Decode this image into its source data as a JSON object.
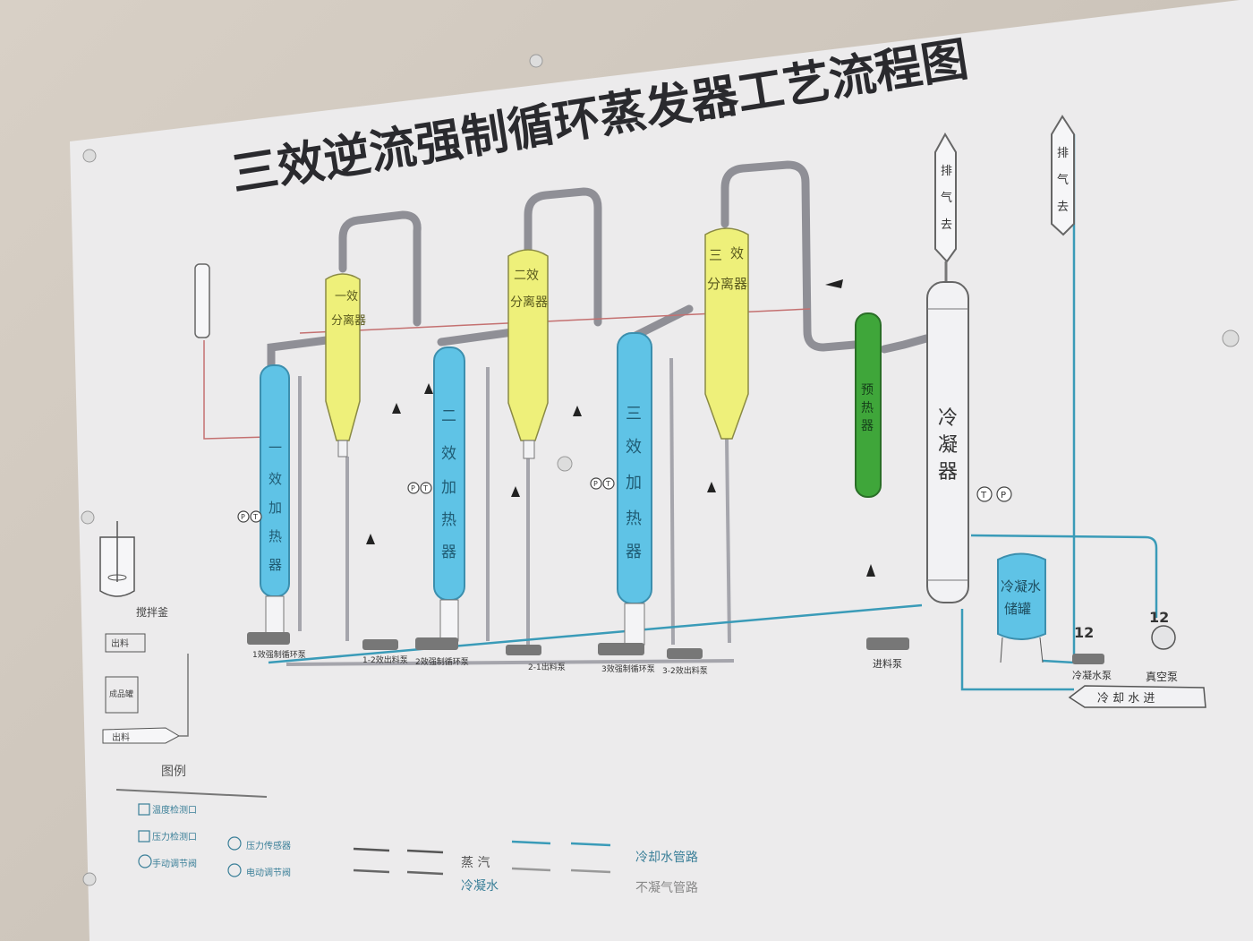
{
  "title": "三效逆流强制循环蒸发器工艺流程图",
  "separators": {
    "s1": [
      "一效",
      "分离器"
    ],
    "s2": [
      "二效",
      "分离器"
    ],
    "s3": [
      "三",
      "效",
      "分离器"
    ]
  },
  "heaters": {
    "h1": [
      "一",
      "效",
      "加",
      "热",
      "器"
    ],
    "h2": [
      "二",
      "效",
      "加",
      "热",
      "器"
    ],
    "h3": [
      "三",
      "效",
      "加",
      "热",
      "器"
    ]
  },
  "preheater": [
    "预",
    "热",
    "器"
  ],
  "condenser": [
    "冷",
    "凝",
    "器"
  ],
  "condensate_tank": [
    "冷凝水",
    "储罐"
  ],
  "tall_vents": {
    "left": [
      "排",
      "气",
      "去"
    ],
    "right": [
      "排",
      "气",
      "去"
    ]
  },
  "pumps": {
    "p1": "1效强制循环泵",
    "p2": "1-2效出料泵",
    "p3": "2效强制循环泵",
    "p4": "2-1出料泵",
    "p5": "3效强制循环泵",
    "p6": "3-2效出料泵",
    "feed": "进料泵",
    "condensate": "冷凝水泵",
    "vacuum": "真空泵"
  },
  "left_unit": {
    "kettle": "搅拌釜",
    "box1": "出料",
    "box2": "成品罐",
    "box3": "出料"
  },
  "cooling_water_in": "冷 却 水 进",
  "instrument_letters": {
    "p": "P",
    "t": "T"
  },
  "pump_numbers": {
    "condensate": "12",
    "vacuum": "12"
  },
  "legend": {
    "title": "图例",
    "items": [
      "温度检测口",
      "压力检测口",
      "手动调节阀",
      "压力传感器",
      "电动调节阀"
    ],
    "lines": {
      "steam": "蒸 汽",
      "condensate": "冷凝水",
      "cooling": "冷却水管路",
      "noncondensable": "不凝气管路"
    }
  },
  "colors": {
    "board": "#ecebec",
    "heater_blue": "#5fc3e6",
    "separator_yellow": "#eef07a",
    "preheater_green": "#3fa63a",
    "condenser": "#f2f2f4",
    "pipe": "#8f8f96",
    "title": "#2a2a2e",
    "cooling_line": "#3a9bb8"
  }
}
